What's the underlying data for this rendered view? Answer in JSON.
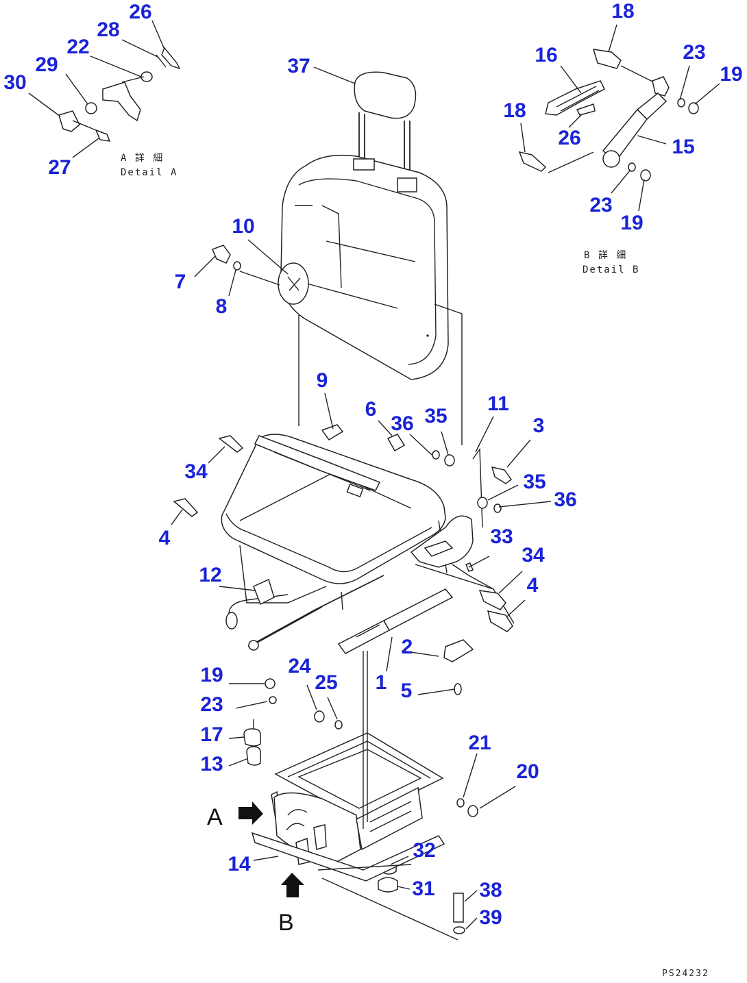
{
  "callouts": [
    {
      "id": "c26a",
      "text": "26"
    },
    {
      "id": "c28",
      "text": "28"
    },
    {
      "id": "c22",
      "text": "22"
    },
    {
      "id": "c29",
      "text": "29"
    },
    {
      "id": "c30",
      "text": "30"
    },
    {
      "id": "c27",
      "text": "27"
    },
    {
      "id": "c37",
      "text": "37"
    },
    {
      "id": "c18a",
      "text": "18"
    },
    {
      "id": "c16",
      "text": "16"
    },
    {
      "id": "c23a",
      "text": "23"
    },
    {
      "id": "c19a",
      "text": "19"
    },
    {
      "id": "c18b",
      "text": "18"
    },
    {
      "id": "c26b",
      "text": "26"
    },
    {
      "id": "c15",
      "text": "15"
    },
    {
      "id": "c23b",
      "text": "23"
    },
    {
      "id": "c19b",
      "text": "19"
    },
    {
      "id": "c10",
      "text": "10"
    },
    {
      "id": "c7",
      "text": "7"
    },
    {
      "id": "c8",
      "text": "8"
    },
    {
      "id": "c9",
      "text": "9"
    },
    {
      "id": "c6",
      "text": "6"
    },
    {
      "id": "c36a",
      "text": "36"
    },
    {
      "id": "c35a",
      "text": "35"
    },
    {
      "id": "c11",
      "text": "11"
    },
    {
      "id": "c3",
      "text": "3"
    },
    {
      "id": "c35b",
      "text": "35"
    },
    {
      "id": "c36b",
      "text": "36"
    },
    {
      "id": "c34a",
      "text": "34"
    },
    {
      "id": "c4a",
      "text": "4"
    },
    {
      "id": "c33",
      "text": "33"
    },
    {
      "id": "c34b",
      "text": "34"
    },
    {
      "id": "c4b",
      "text": "4"
    },
    {
      "id": "c12",
      "text": "12"
    },
    {
      "id": "c2",
      "text": "2"
    },
    {
      "id": "c1",
      "text": "1"
    },
    {
      "id": "c5",
      "text": "5"
    },
    {
      "id": "c19c",
      "text": "19"
    },
    {
      "id": "c24",
      "text": "24"
    },
    {
      "id": "c25",
      "text": "25"
    },
    {
      "id": "c23c",
      "text": "23"
    },
    {
      "id": "c17",
      "text": "17"
    },
    {
      "id": "c13",
      "text": "13"
    },
    {
      "id": "c21",
      "text": "21"
    },
    {
      "id": "c20",
      "text": "20"
    },
    {
      "id": "c14",
      "text": "14"
    },
    {
      "id": "c32",
      "text": "32"
    },
    {
      "id": "c31",
      "text": "31"
    },
    {
      "id": "c38",
      "text": "38"
    },
    {
      "id": "c39",
      "text": "39"
    }
  ],
  "detail_a": {
    "heading": "A 詳 細",
    "sub": "Detail A"
  },
  "detail_b": {
    "heading": "B 詳 細",
    "sub": "Detail B"
  },
  "view_a": "A",
  "view_b": "B",
  "drawing_code": "PS24232",
  "colors": {
    "callout": "#1a23d6",
    "line": "#222222",
    "background": "#ffffff"
  }
}
